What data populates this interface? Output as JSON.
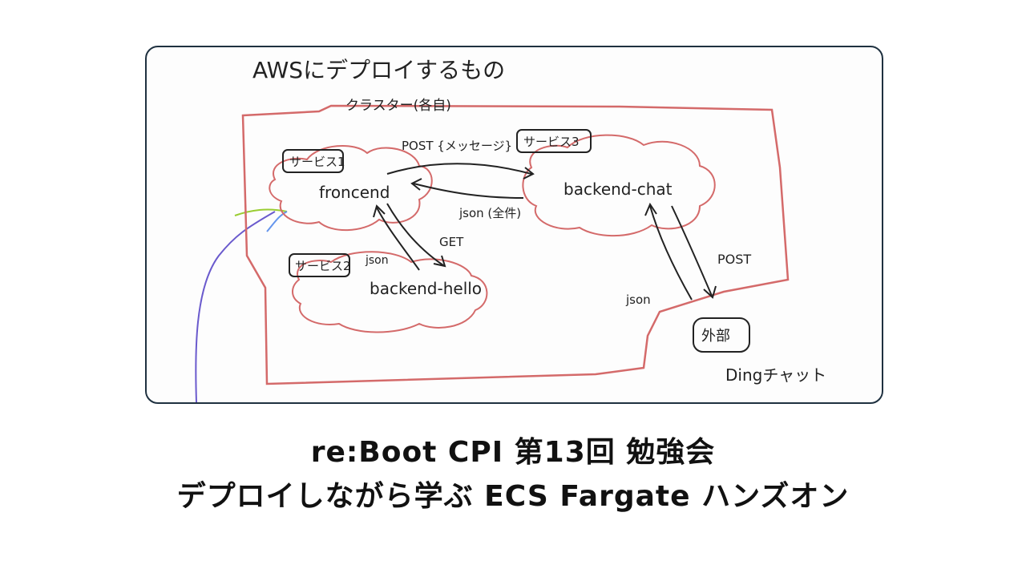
{
  "diagram": {
    "heading": "AWSにデプロイするもの",
    "cluster_label": "クラスター(各自)",
    "services": [
      {
        "tag": "サービス1",
        "name": "froncend"
      },
      {
        "tag": "サービス2",
        "name": "backend-hello"
      },
      {
        "tag": "サービス3",
        "name": "backend-chat"
      }
    ],
    "external_tag": "外部",
    "external_name": "Dingチャット",
    "edges": {
      "post_message": "POST {メッセージ}",
      "json_all": "json (全件)",
      "get": "GET",
      "json_hello": "json",
      "json_ext": "json",
      "post_ext": "POST"
    }
  },
  "title": {
    "line1": "re:Boot CPI 第13回 勉強会",
    "line2": "デプロイしながら学ぶ ECS Fargate ハンズオン"
  },
  "colors": {
    "frame_border": "#1f3140",
    "cluster_stroke": "#d46a6a",
    "heading_color": "#e07a3a",
    "ink": "#222222"
  }
}
